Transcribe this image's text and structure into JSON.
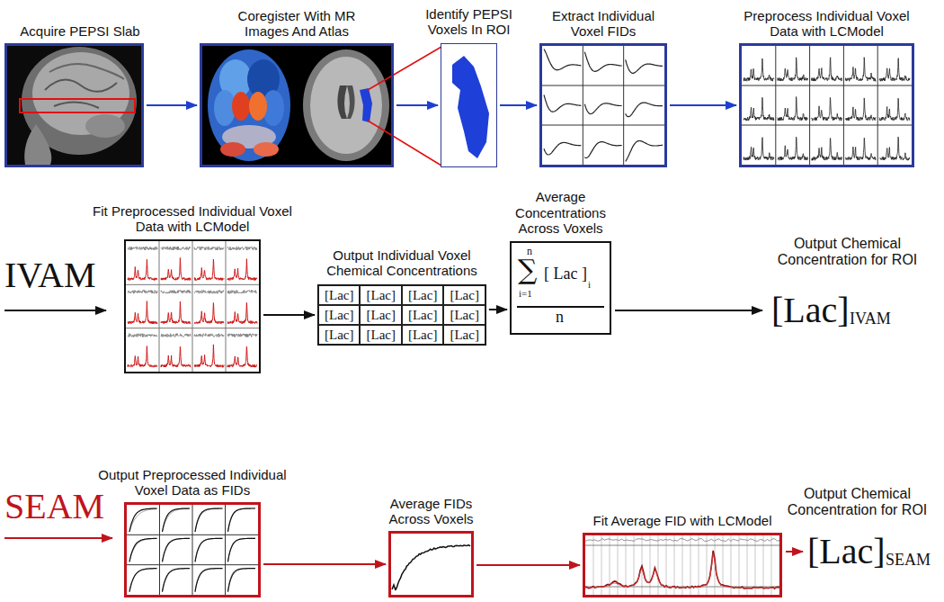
{
  "diagram": {
    "nodes": [
      {
        "text": [
          "Acquire PEPSI Slab"
        ]
      },
      {
        "text": [
          "Coregister With MR Images And Atlas"
        ]
      },
      {
        "text": [
          "Identify PEPSI Voxels In ROI"
        ]
      },
      {
        "text": [
          "Extract Individual Voxel FIDs"
        ]
      },
      {
        "text": [
          "Preprocess Individual Voxel Data with LCModel"
        ]
      },
      {
        "text": [
          "Fit Preprocessed Individual Voxel Data with LCModel"
        ]
      },
      {
        "text": [
          "Output Individual Voxel Chemical Concentrations",
          "[Lac]",
          "[Lac]",
          "[Lac]",
          "[Lac]",
          "[Lac]",
          "[Lac]",
          "[Lac]",
          "[Lac]",
          "[Lac]",
          "[Lac]",
          "[Lac]",
          "[Lac]"
        ]
      },
      {
        "text": [
          "Average Concentrations Across Voxels",
          "n",
          "∑",
          "i=1",
          "[ Lac ]",
          "i",
          "n"
        ]
      },
      {
        "text": [
          "Output Preprocessed Individual Voxel Data as FIDs"
        ]
      },
      {
        "text": [
          "Average FIDs Across Voxels"
        ]
      },
      {
        "text": [
          "Fit Average FID with LCModel"
        ]
      }
    ],
    "edges": [
      {
        "from": 0,
        "to": 1,
        "arrow": "to"
      },
      {
        "from": 1,
        "to": 2,
        "arrow": "to"
      },
      {
        "from": 2,
        "to": 3,
        "arrow": "to"
      },
      {
        "from": 3,
        "to": 4,
        "arrow": "to"
      },
      {
        "from": 5,
        "to": 6,
        "arrow": "to"
      },
      {
        "from": 6,
        "to": 7,
        "arrow": "to"
      },
      {
        "from": 8,
        "to": 9,
        "arrow": "to"
      },
      {
        "from": 9,
        "to": 10,
        "arrow": "to"
      }
    ],
    "labels": [
      "IVAM",
      "Output Chemical Concentration for ROI",
      "[Lac]",
      "IVAM",
      "SEAM",
      "Output Chemical Concentration for ROI",
      "[Lac]",
      "SEAM"
    ]
  }
}
